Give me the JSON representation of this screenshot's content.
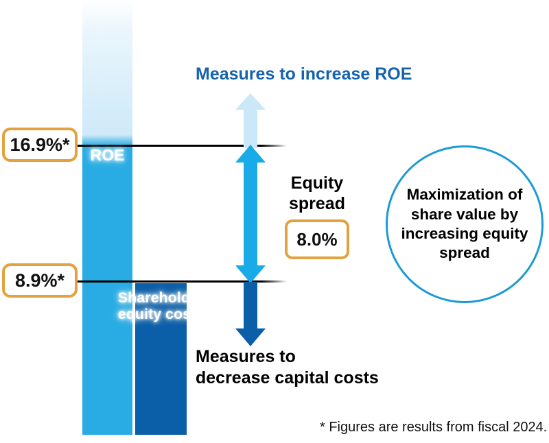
{
  "diagram": {
    "title_top": "Measures to increase ROE",
    "title_bottom": "Measures to\ndecrease capital costs",
    "footnote": "* Figures are results from fiscal 2024."
  },
  "bars": {
    "roe": {
      "label": "ROE",
      "value_label": "16.9%*",
      "value": 16.9,
      "color": "#29ace4"
    },
    "equity_cost": {
      "label": "Shareholder\nequity costs",
      "value_label": "8.9%*",
      "value": 8.9,
      "color": "#0b5ea8"
    }
  },
  "spread": {
    "label": "Equity\nspread",
    "value_label": "8.0%",
    "value": 8.0
  },
  "circle": {
    "text": "Maximization of\nshare value by\nincreasing equity\nspread",
    "stroke_color": "#1c9ad6"
  },
  "arrows": {
    "increase_roe_potential": "up-arrow-pale",
    "equity_spread_range": "double-arrow-cyan",
    "decrease_costs": "down-arrow-navy"
  },
  "colors": {
    "accent_orange": "#e2a23f",
    "heading_blue": "#1463ad",
    "cyan": "#29ace4",
    "navy": "#0b5ea8",
    "pale_blue": "#cbe8f8"
  }
}
